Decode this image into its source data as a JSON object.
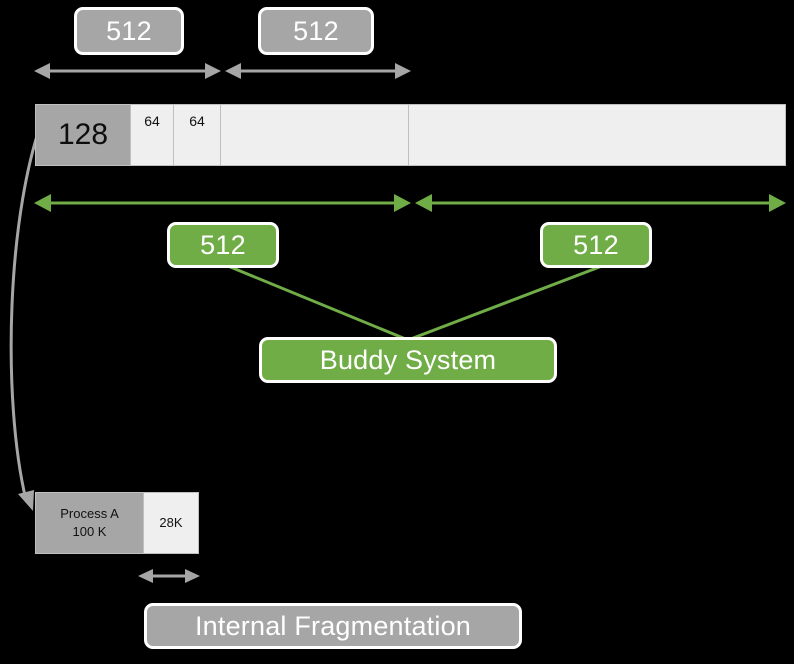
{
  "diagram": {
    "title_boxes": {
      "top_left_512": "512",
      "top_right_512": "512",
      "mid_left_512": "512",
      "mid_right_512": "512",
      "buddy_system": "Buddy System",
      "internal_fragmentation": "Internal Fragmentation"
    },
    "memory_bar": {
      "cells": [
        {
          "label": "128",
          "size": "big",
          "state": "filled"
        },
        {
          "label": "64",
          "size": "small",
          "state": "empty"
        },
        {
          "label": "64",
          "size": "small",
          "state": "empty"
        },
        {
          "label": "",
          "size": "small",
          "state": "empty"
        },
        {
          "label": "",
          "size": "small",
          "state": "empty"
        }
      ]
    },
    "process_bar": {
      "cells": [
        {
          "line1": "Process A",
          "line2": "100 K",
          "state": "filled"
        },
        {
          "line1": "28K",
          "line2": "",
          "state": "empty"
        }
      ]
    },
    "colors": {
      "gray": "#a6a6a6",
      "green": "#70ad47",
      "light_block": "#efefef",
      "border": "#bfbfbf",
      "background": "#000000",
      "white": "#ffffff"
    }
  }
}
